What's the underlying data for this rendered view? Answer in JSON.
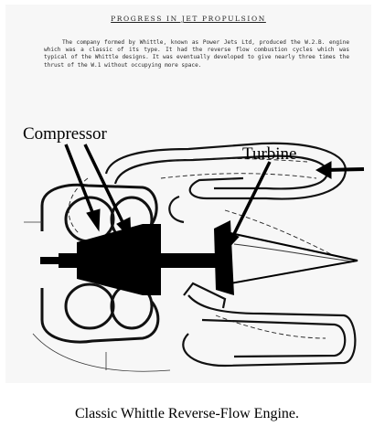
{
  "document": {
    "heading": "PROGRESS IN JET PROPULSION",
    "paragraph": "The company formed by Whittle, known as Power Jets Ltd, produced the W.2.B. engine which was a classic of its type. It had the reverse flow combustion cycles which was typical of the Whittle designs. It was eventually developed to give nearly three times the thrust of the W.1 without occupying more space."
  },
  "labels": {
    "compressor": "Compressor",
    "turbine": "Turbine"
  },
  "caption": "Classic Whittle Reverse-Flow Engine."
}
